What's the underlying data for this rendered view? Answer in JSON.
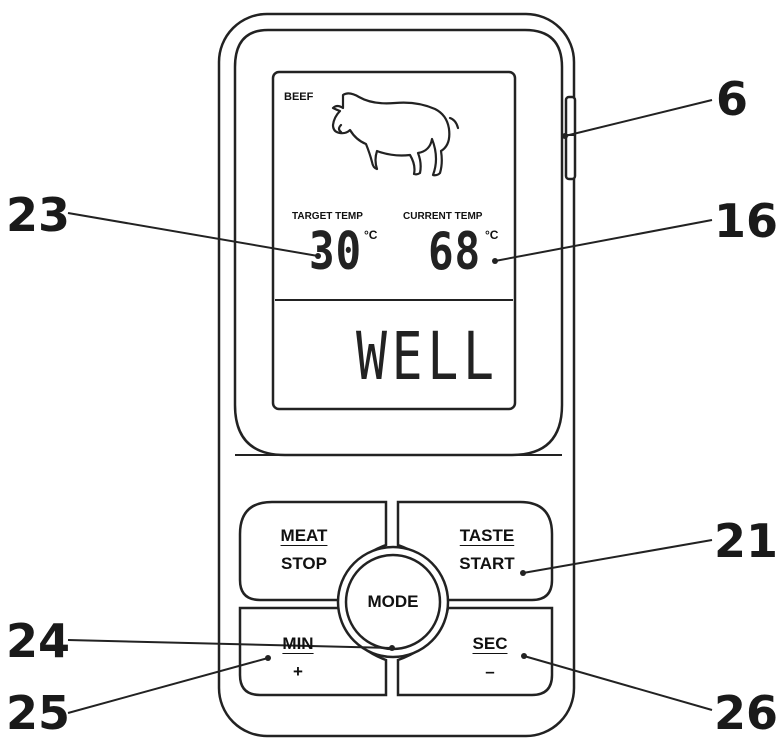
{
  "display": {
    "meat_type": "BEEF",
    "target_label": "TARGET TEMP",
    "target_value": "30",
    "target_unit": "°C",
    "current_label": "CURRENT TEMP",
    "current_value": "68",
    "current_unit": "°C",
    "doneness": "WELL"
  },
  "buttons": {
    "meat": {
      "top": "MEAT",
      "bottom": "STOP"
    },
    "taste": {
      "top": "TASTE",
      "bottom": "START"
    },
    "mode": "MODE",
    "min": {
      "top": "MIN",
      "bottom": "+"
    },
    "sec": {
      "top": "SEC",
      "bottom": "–"
    }
  },
  "callouts": {
    "c6": "6",
    "c16": "16",
    "c21": "21",
    "c23": "23",
    "c24": "24",
    "c25": "25",
    "c26": "26"
  }
}
